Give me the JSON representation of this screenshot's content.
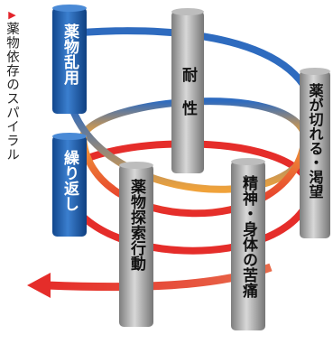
{
  "caption": {
    "marker": "▶",
    "text": "薬物依存のスパイラル"
  },
  "pillars": {
    "misuse": "薬物乱用",
    "repeat": "繰り返し",
    "tolerance": "耐 性",
    "craving": "薬が切れる・渇望",
    "suffering": "精神・身体の苦痛",
    "seeking": "薬物探索行動"
  },
  "colors": {
    "blue_ring": "#2e6bbf",
    "orange_ring": "#f0a23a",
    "red_ring": "#e52d2a",
    "blue_pillar": "#1c5aa8",
    "gray_pillar": "#9a9a9a",
    "caption_marker": "#e3242b"
  }
}
